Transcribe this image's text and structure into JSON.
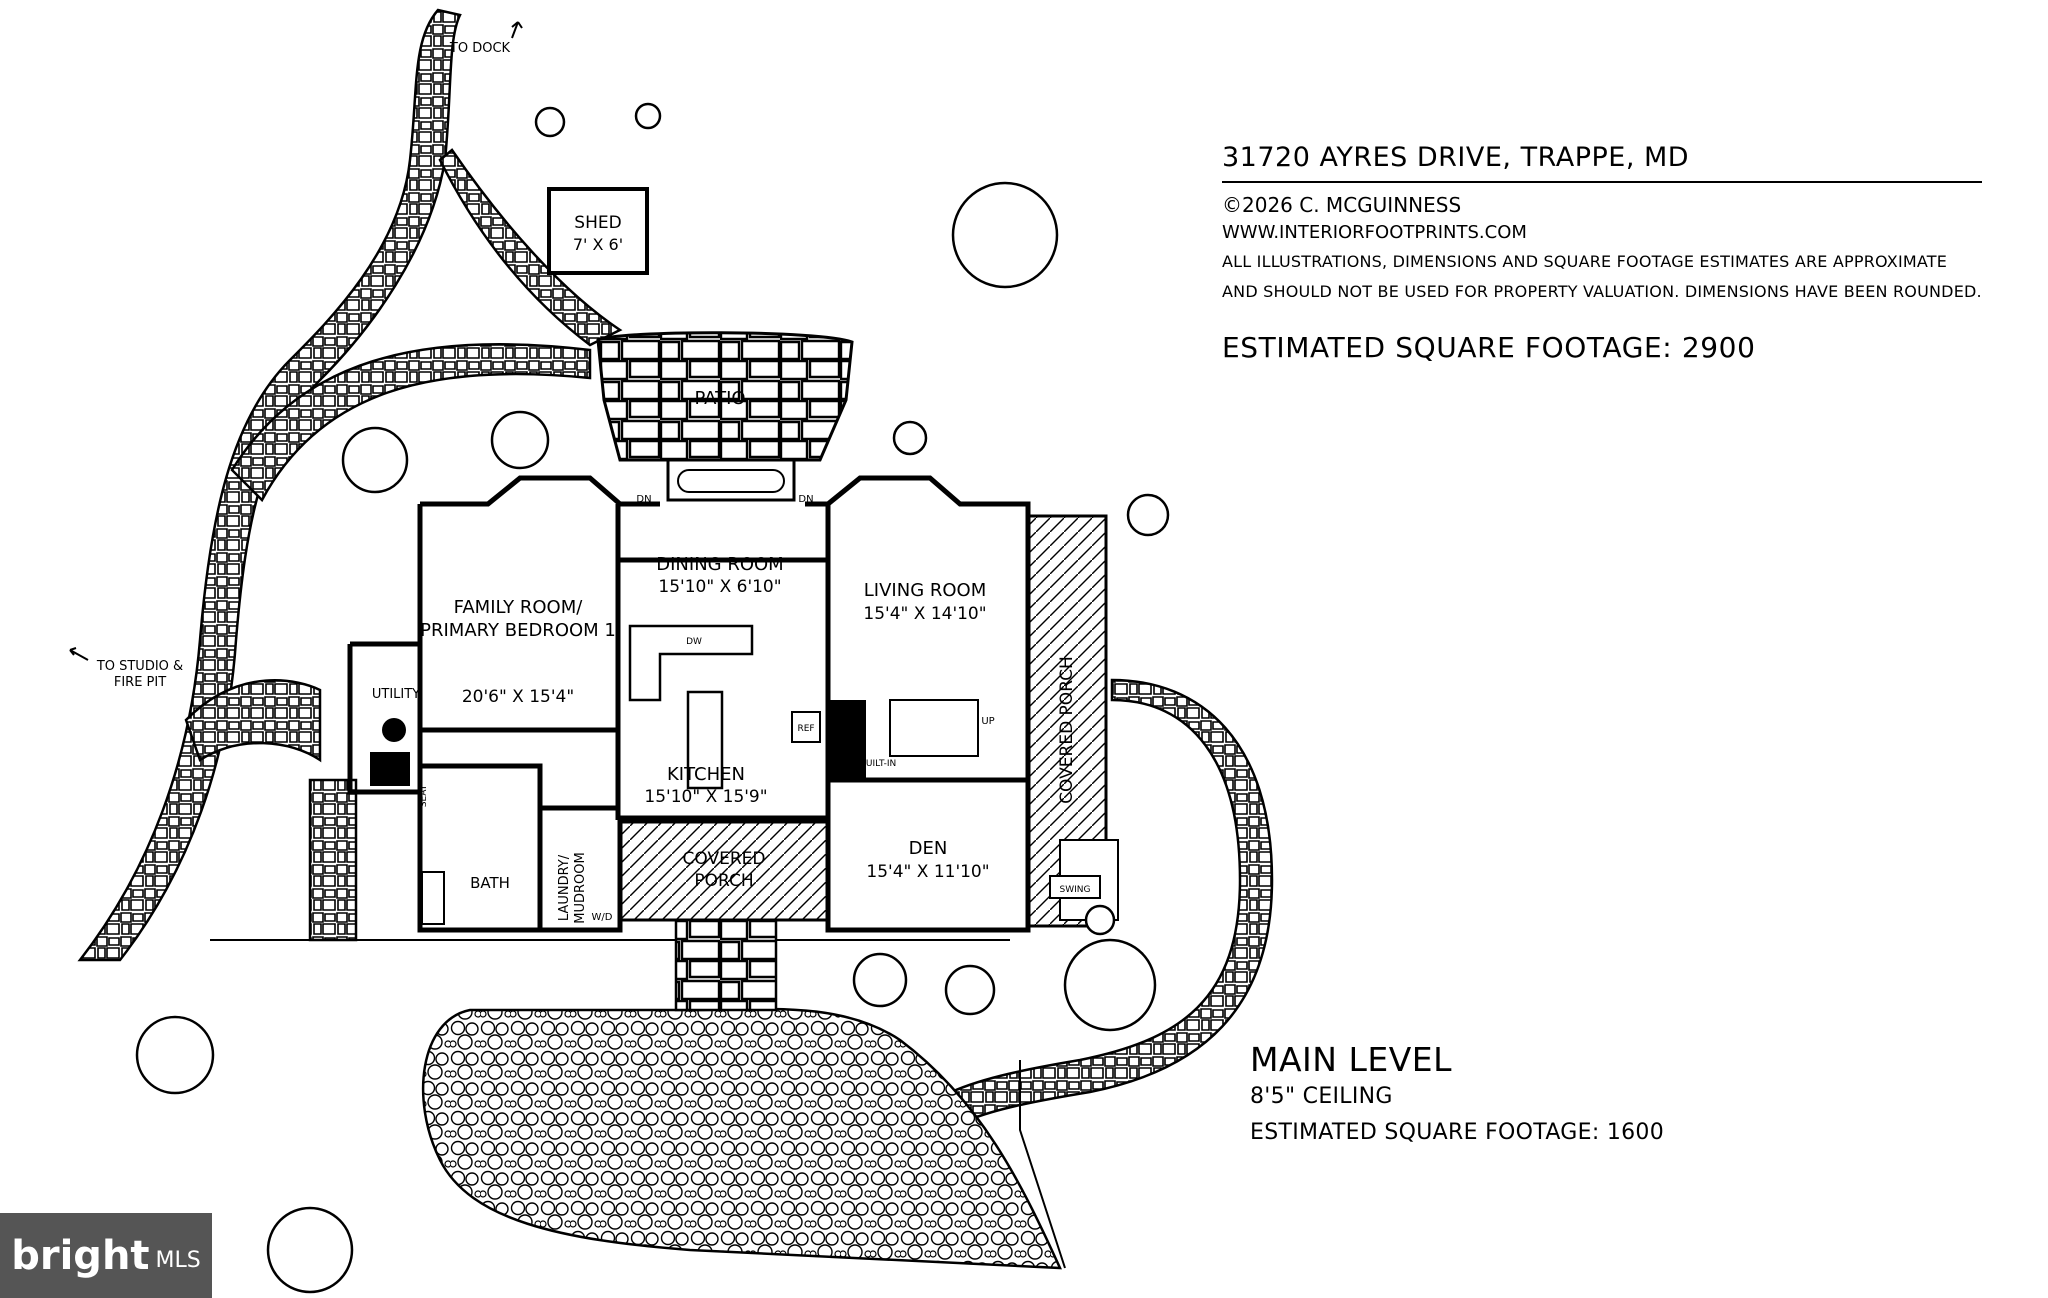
{
  "header": {
    "address": "31720 AYRES DRIVE, TRAPPE, MD",
    "copyright": "©2026 C. MCGUINNESS",
    "website": "WWW.INTERIORFOOTPRINTS.COM",
    "disclaimer_line1": "ALL ILLUSTRATIONS, DIMENSIONS AND SQUARE FOOTAGE ESTIMATES ARE APPROXIMATE",
    "disclaimer_line2": "AND  SHOULD NOT BE USED FOR PROPERTY VALUATION. DIMENSIONS HAVE BEEN ROUNDED.",
    "total_sqft": "ESTIMATED SQUARE FOOTAGE: 2900"
  },
  "level": {
    "name": "MAIN LEVEL",
    "ceiling": "8'5\" CEILING",
    "sqft": "ESTIMATED SQUARE FOOTAGE: 1600"
  },
  "rooms": {
    "shed": {
      "name": "SHED",
      "dims": "7' X 6'"
    },
    "patio": {
      "name": "PATIO"
    },
    "dining": {
      "name": "DINING ROOM",
      "dims": "15'10\" X 6'10\""
    },
    "living": {
      "name": "LIVING ROOM",
      "dims": "15'4\" X 14'10\""
    },
    "family": {
      "name1": "FAMILY ROOM/",
      "name2": "PRIMARY BEDROOM 1",
      "dims": "20'6\" X 15'4\""
    },
    "kitchen": {
      "name": "KITCHEN",
      "dims": "15'10\" X 15'9\""
    },
    "den": {
      "name": "DEN",
      "dims": "15'4\" X 11'10\""
    },
    "utility": {
      "name": "UTILITY"
    },
    "bath": {
      "name": "BATH"
    },
    "laundry": {
      "name1": "LAUNDRY/",
      "name2": "MUDROOM"
    },
    "covered_porch_front": {
      "name1": "COVERED",
      "name2": "PORCH"
    },
    "covered_porch_side": {
      "name": "COVERED PORCH"
    }
  },
  "fixtures": {
    "dn": "DN",
    "up": "UP",
    "dw": "DW",
    "ref": "REF",
    "built_in": "BUILT-IN",
    "seat": "SEAT",
    "wd": "W/D",
    "swing": "SWING"
  },
  "directions": {
    "dock": "TO DOCK",
    "studio1": "TO STUDIO &",
    "studio2": "FIRE PIT"
  },
  "logo": {
    "brand": "bright",
    "suffix": "MLS"
  }
}
